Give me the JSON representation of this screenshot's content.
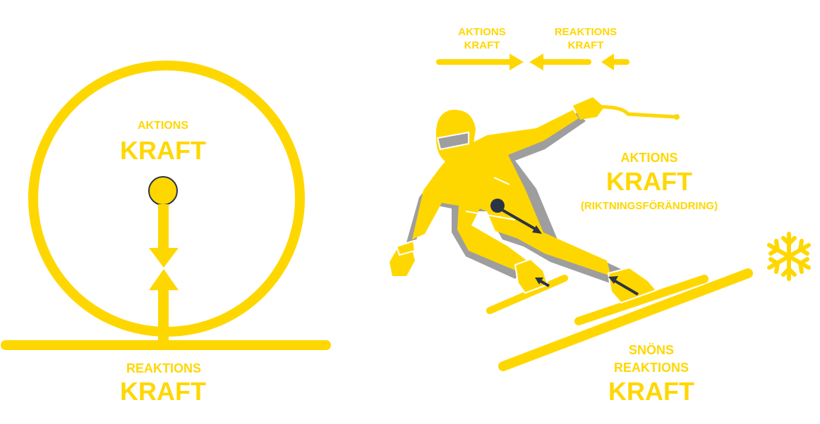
{
  "colors": {
    "yellow": "#FFD700",
    "grey": "#9E9E9E",
    "navy": "#2B3445",
    "background": "#FFFFFF"
  },
  "left_diagram": {
    "action_label_top": "AKTIONS",
    "action_label_bottom": "KRAFT",
    "reaction_label_top": "REAKTIONS",
    "reaction_label_bottom": "KRAFT"
  },
  "legend": {
    "action_line1": "AKTIONS",
    "action_line2": "KRAFT",
    "reaction_line1": "REAKTIONS",
    "reaction_line2": "KRAFT"
  },
  "right_diagram": {
    "action_line1": "AKTIONS",
    "action_line2": "KRAFT",
    "action_note": "(RIKTNINGSFÖRÄNDRING)",
    "snow_line1": "SNÖNS",
    "snow_line2": "REAKTIONS",
    "snow_line3": "KRAFT",
    "icons": [
      "skier-figure",
      "snowflake-icon",
      "arrow-right-icon",
      "arrow-left-icon"
    ]
  }
}
